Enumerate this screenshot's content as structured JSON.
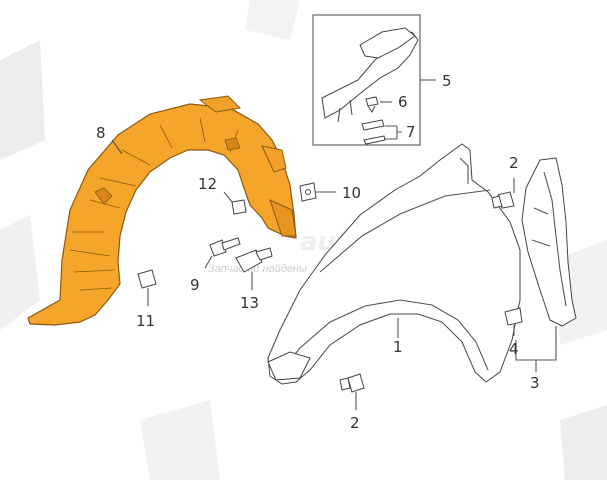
{
  "callouts": {
    "c1": "1",
    "c2a": "2",
    "c2b": "2",
    "c3": "3",
    "c4": "4",
    "c5": "5",
    "c6": "6",
    "c7": "7",
    "c8": "8",
    "c10": "10",
    "c11": "11",
    "c12": "12",
    "c13": "13"
  },
  "watermark": {
    "logo": "autoparts",
    "caption": "Запчасти найдены"
  },
  "colors": {
    "liner": "#F5A52A",
    "liner_stroke": "#8A5A10",
    "line": "#555555",
    "watermark": "#e6e6e6"
  },
  "icons": {
    "liner": "inner-fender-liner",
    "fender": "front-fender",
    "bracket": "fender-bracket",
    "bolt": "flange-bolt",
    "clip": "push-clip",
    "nut": "spring-nut"
  }
}
